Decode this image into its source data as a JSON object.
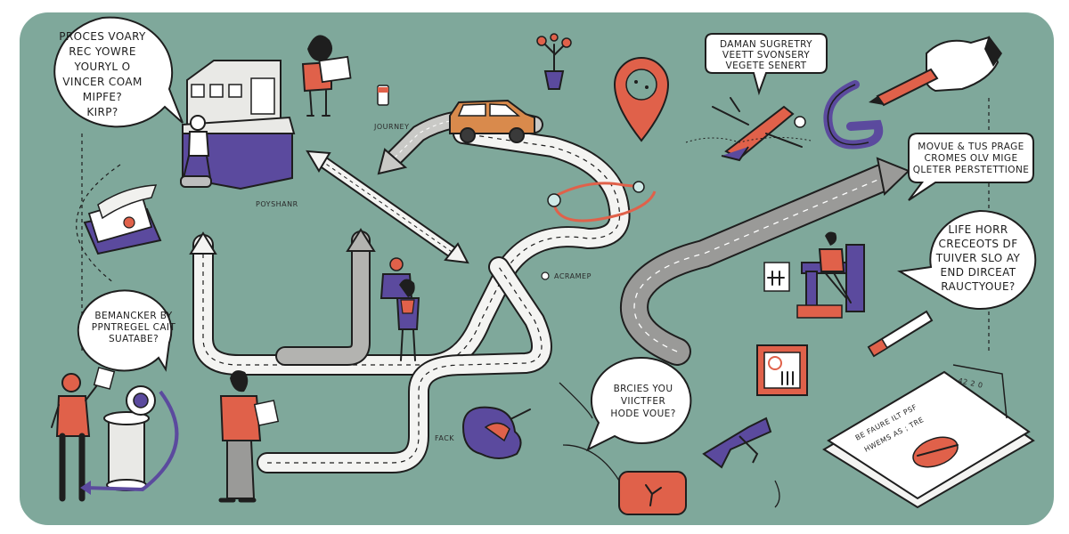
{
  "colors": {
    "background": "#7fa89b",
    "frame": "#ffffff",
    "accent_coral": "#e0614a",
    "accent_purple": "#5b4a9e",
    "road_grey": "#9a9a98",
    "ink": "#1e1e1e"
  },
  "bubbles": {
    "top_left": [
      "PROCES VOARY",
      "REC YOWRE",
      "YOURYL O",
      "VINCER COAM",
      "MIPFE?",
      "KIRP?"
    ],
    "top_center_right": [
      "DAMAN SUGRETRY",
      "VEETT SVONSERY",
      "VEGETE SENERT"
    ],
    "right_upper": [
      "MOVUE & TUS PRAGE",
      "CROMES OLV MIGE",
      "QLETER PERSTETTIONE"
    ],
    "right_middle": [
      "LIFE HORR",
      "CRECEOTS DF",
      "TUIVER SLO AY",
      "END DIRCEAT",
      "RAUCTYOUE?"
    ],
    "left_middle": [
      "BEMANCKER BY",
      "PPNTREGEL CAIT",
      "SUATABE?"
    ],
    "bottom_center": [
      "BRCIES YOU",
      "VIICTFER",
      "HODE VOUE?"
    ]
  },
  "labels": {
    "journey": "JOURNEY",
    "poyshanr": "POYSHANR",
    "answer": "ACRAMEP",
    "fack": "FACK",
    "document_header": "42 2 0",
    "document_lines": [
      "BE FAURE ILT PSF",
      "HWEMS AS ; TRE"
    ]
  },
  "icons": [
    "location-pin-icon",
    "potted-plant-icon",
    "car-icon",
    "magnifier-icon",
    "plane-icon",
    "pen-icon",
    "crayon-icon",
    "flag-icon",
    "hand-icon",
    "document-icon",
    "puzzle-icon",
    "target-sign-icon",
    "compass-icon"
  ]
}
